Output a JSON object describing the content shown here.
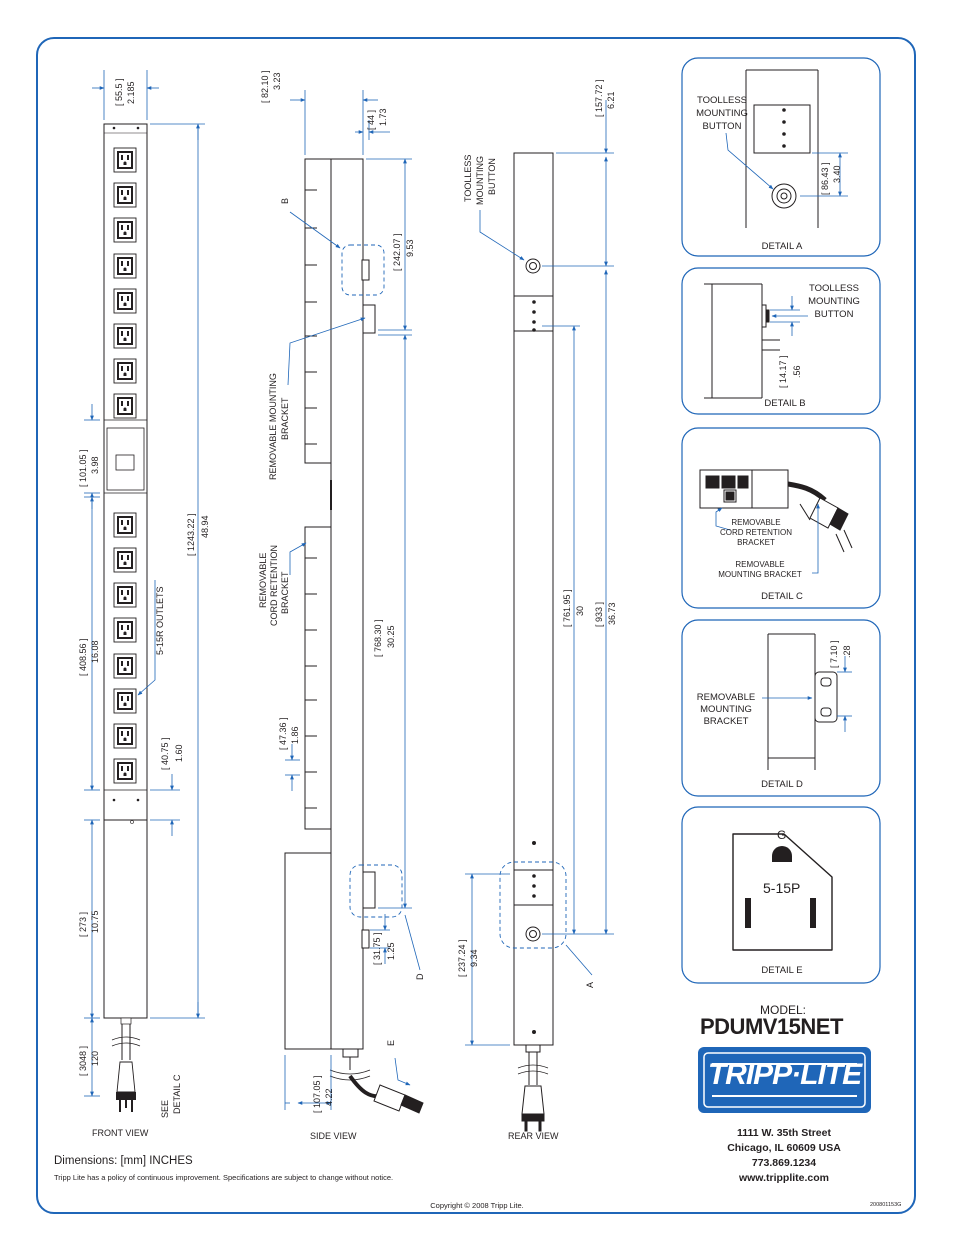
{
  "views": {
    "front": "FRONT VIEW",
    "side": "SIDE VIEW",
    "rear": "REAR VIEW"
  },
  "dimensions": {
    "front_top_w": "[ 55.5 ]",
    "front_top_w_in": "2.185",
    "front_total": "[ 1243.22 ]",
    "front_total_in": "48.94",
    "front_meter": "[ 101.05 ]",
    "front_meter_in": "3.98",
    "front_outlets": "[ 408.56 ]",
    "front_outlets_in": "16.08",
    "front_bottom_seg": "[ 40.75 ]",
    "front_bottom_seg_in": "1.60",
    "front_box": "[ 273 ]",
    "front_box_in": "10.75",
    "front_cord": "[ 3048 ]",
    "front_cord_in": "120",
    "side_depth": "[ 82.10 ]",
    "side_depth_in": "3.23",
    "side_bracket_w": "[ 44 ]",
    "side_bracket_w_in": "1.73",
    "side_top_to_btn": "[ 242.07 ]",
    "side_top_to_btn_in": "9.53",
    "side_mid": "[ 768.30 ]",
    "side_mid_in": "30.25",
    "side_small": "[ 47.36 ]",
    "side_small_in": "1.86",
    "side_btn": "[ 31.75 ]",
    "side_btn_in": "1.25",
    "side_box_d": "[ 107.05 ]",
    "side_box_d_in": "4.22",
    "rear_top": "[ 157.72 ]",
    "rear_top_in": "6.21",
    "rear_between": "[ 761.95 ]",
    "rear_between_in": "30",
    "rear_total": "[ 933 ]",
    "rear_total_in": "36.73",
    "rear_bottom": "[ 237.24 ]",
    "rear_bottom_in": "9.34",
    "detail_a": "[ 86.43 ]",
    "detail_a_in": "3.40",
    "detail_b": "[ 14.17 ]",
    "detail_b_in": ".56",
    "detail_d": "[ 7.10 ]",
    "detail_d_in": ".28"
  },
  "labels": {
    "outlets": "5-15R OUTLETS",
    "see_detail_c_1": "SEE",
    "see_detail_c_2": "DETAIL C",
    "removable_mounting_1": "REMOVABLE MOUNTING",
    "removable_mounting_2": "BRACKET",
    "removable_cord_1": "REMOVABLE",
    "removable_cord_2": "CORD RETENTION",
    "removable_cord_3": "BRACKET",
    "toolless_1": "TOOLLESS",
    "toolless_2": "MOUNTING",
    "toolless_3": "BUTTON",
    "callout_b": "B",
    "callout_d": "D",
    "callout_e": "E",
    "callout_a": "A"
  },
  "details": {
    "a": {
      "caption": "DETAIL A",
      "label_1": "TOOLLESS",
      "label_2": "MOUNTING",
      "label_3": "BUTTON"
    },
    "b": {
      "caption": "DETAIL B",
      "label_1": "TOOLLESS",
      "label_2": "MOUNTING",
      "label_3": "BUTTON"
    },
    "c": {
      "caption": "DETAIL C",
      "cord_1": "REMOVABLE",
      "cord_2": "CORD RETENTION",
      "cord_3": "BRACKET",
      "mount_1": "REMOVABLE",
      "mount_2": "MOUNTING BRACKET"
    },
    "d": {
      "caption": "DETAIL D",
      "label_1": "REMOVABLE",
      "label_2": "MOUNTING",
      "label_3": "BRACKET"
    },
    "e": {
      "caption": "DETAIL E",
      "plug": "5-15P",
      "ground": "G"
    }
  },
  "model": {
    "label": "MODEL:",
    "name": "PDUMV15NET"
  },
  "brand": {
    "logo_text": "TRIPP·LITE",
    "logo_color": "#1f66b8"
  },
  "address": {
    "line1": "1111 W. 35th Street",
    "line2": "Chicago, IL 60609 USA",
    "line3": "773.869.1234",
    "line4": "www.tripplite.com"
  },
  "footer": {
    "dimensions_note": "Dimensions: [mm]  INCHES",
    "policy": "Tripp Lite has a policy of continuous improvement. Specifications are subject to change without notice.",
    "copyright": "Copyright © 2008 Tripp Lite.",
    "doc_number": "200801153G"
  },
  "colors": {
    "frame": "#1f66b8",
    "dim_line": "#1f66b8",
    "line": "#231f20"
  }
}
